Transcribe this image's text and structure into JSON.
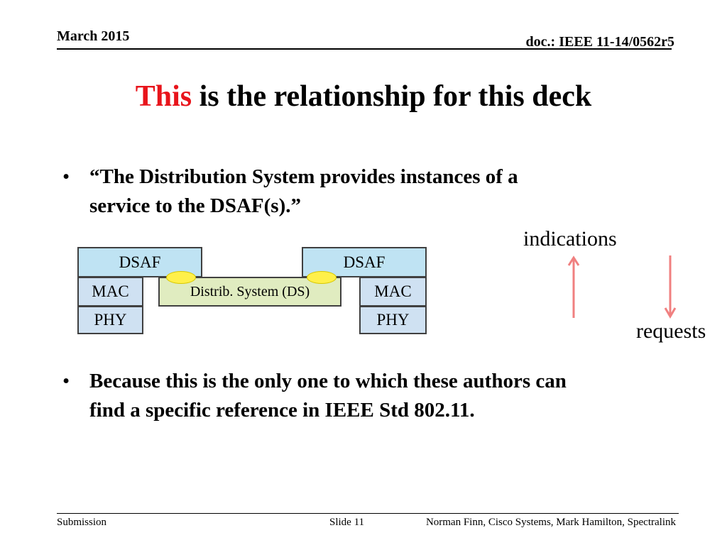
{
  "header": {
    "date": "March 2015",
    "doc_id": "doc.: IEEE 11-14/0562r5"
  },
  "title": {
    "accent": "This",
    "rest": " is the relationship for this deck"
  },
  "bullets": [
    {
      "marker": "•",
      "lines": [
        "“The Distribution System provides instances of a",
        "service to the DSAF(s).”"
      ]
    },
    {
      "marker": "•",
      "lines": [
        "Because this is the only one to which these authors can",
        "find a specific reference in IEEE Std 802.11."
      ]
    }
  ],
  "diagram": {
    "left_stack": {
      "dsaf": "DSAF",
      "mac": "MAC",
      "phy": "PHY"
    },
    "right_stack": {
      "dsaf": "DSAF",
      "mac": "MAC",
      "phy": "PHY"
    },
    "ds": "Distrib. System (DS)",
    "labels": {
      "indications": "indications",
      "requests": "requests"
    },
    "colors": {
      "dsaf_fill": "#bfe3f3",
      "layer_fill": "#cfe1f2",
      "ds_fill": "#e0ecc0",
      "connector": "#fff04a",
      "arrow": "#f08080",
      "title_accent": "#e8141b"
    }
  },
  "footer": {
    "left": "Submission",
    "slide": "Slide 11",
    "authors": "Norman Finn, Cisco Systems, Mark Hamilton, Spectralink"
  }
}
